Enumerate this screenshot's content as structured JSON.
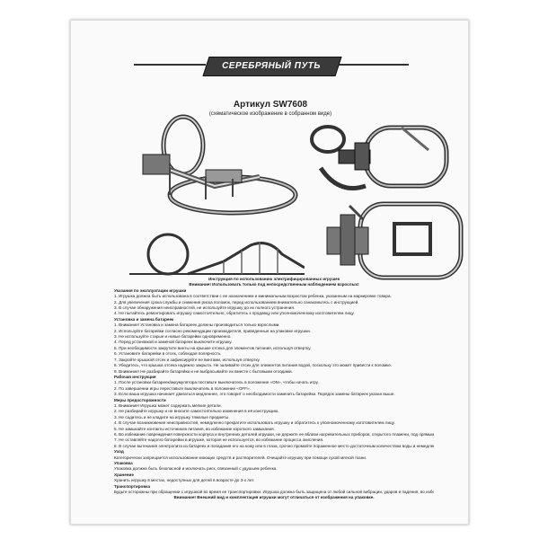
{
  "brand": {
    "logo_text": "СЕРЕБРЯНЫЙ ПУТЬ"
  },
  "product": {
    "article": "Артикул SW7608",
    "note": "(схематическое изображение в собранном виде)"
  },
  "figures": [
    {
      "name": "track-loop-figure",
      "icon": "train-track-loop"
    },
    {
      "name": "track-oval-figure",
      "icon": "train-track-oval"
    },
    {
      "name": "track-side-figure",
      "icon": "train-track-side-view"
    },
    {
      "name": "track-top-figure",
      "icon": "train-track-top-view"
    }
  ],
  "text": {
    "title": "Инструкция по использованию электрифицированных игрушек",
    "warning": "Внимание! Использовать только под непосредственным наблюдением взрослых!",
    "sections": [
      {
        "heading": "Указания по эксплуатации игрушки",
        "lines": [
          "1. Игрушка должна быть использована в соответствии с ее назначением и минимальным возрастом ребенка, указанным на маркировке товара.",
          "2. Для увеличения срока службы и снижения риска поломок, перед использованием внимательно ознакомьтесь с инструкцией.",
          "3. В случае обнаружения неисправностей, не используйте игрушку до их полного устранения.",
          "4. Не пытайтесь ремонтировать игрушку самостоятельно, обратитесь к продавцу или уполномоченному изготовителем лицу."
        ]
      },
      {
        "heading": "Установка и замена батареек",
        "lines": [
          "1. Внимание! Установка и замена батареек должны производиться только взрослыми.",
          "2. Используйте батарейки согласно рекомендации производителя, приведенные на упаковке игрушки.",
          "3. Не используйте старые и новые батарейки одновременно.",
          "4. Перед установкой и заменой батареек выключите игрушку.",
          "5. При необходимости закрутите винты на крышке отсека для элементов питания, используя отвертку.",
          "6. Установите батарейки в отсек, соблюдая полярность.",
          "7. Закройте крышкой отсек и зафиксируйте ее винтами, используя отвертку.",
          "8. Убедитесь, что крышка отсека надежно закрыта. Не заливайте отсек для элементов питания водой, поскольку это может привести к поломке.",
          "9. Внимание! Не разбирайте батарейки и не выбрасывайте их вместе с бытовыми отходами."
        ]
      },
      {
        "heading": "Рабочая инструкция",
        "lines": [
          "1. После установки батареек/аккумулятора поставьте выключатель в положение «ON», чтобы начать игру.",
          "2. По завершении игры переставьте выключатель в положение «OFF».",
          "3. Если ваша игрушка начинает двигаться медленнее, это говорит о необходимости заменить батарейки. Порядок замены батареек указан выше."
        ]
      },
      {
        "heading": "Меры предосторожности",
        "lines": [
          "1. Внимание! Игрушка может содержать мелкие детали.",
          "2. Не разбирайте игрушку и не вносите самостоятельно изменения в её конструкцию.",
          "3. Не садитесь и не кладите на игрушку тяжелые предметы.",
          "4. В случае возникновения неисправностей, немедленно прекратите использовать игрушку и обратитесь к уполномоченному изготовителем лицу.",
          "5. Не замыкайте контакты источников питания, во избежание короткого замыкания.",
          "6. Во избежание повреждения поверхности корпуса и внутренних деталей игрушки, не держите ее вблизи нагревательных приборов, открытого пламени, под прямыми солнечными лучами, водой, в местах с повышенной влажностью, а также в запыленных местах.",
          "7. Не оставляйте надолго батарейки в игрушке, которая не используется, во избежание процесса окисления.",
          "8. В случае вытекания электролита из батареек и попадания его на кожу или в глаза, срочно промойте пораженное место достаточным количеством воды и немедленно обратитесь к врачу."
        ]
      },
      {
        "heading": "Уход",
        "lines": [
          "Категорически запрещается использование моющих средств и растворителей. Очищайте игрушку при помощи сухой мягкой ткани."
        ]
      },
      {
        "heading": "Упаковка",
        "lines": [
          "Упаковка должна быть безопасной и исключать риск, связанный с удушьем ребенка."
        ]
      },
      {
        "heading": "Хранение",
        "lines": [
          "Хранить игрушку в местах, недоступных для детей в возрасте до 3-х лет."
        ]
      },
      {
        "heading": "Транспортировка",
        "lines": [
          "Будьте осторожны при обращении с игрушкой во время ее транспортировки. Игрушка должна быть защищена от любой сильной вибрации, ударов и падения, во избежание повреждения поверхности корпуса и внутренних деталей игрушки."
        ]
      }
    ],
    "footer": "Внимание! Внешний вид и комплектация игрушки могут отличаться от изображения на упаковке."
  }
}
